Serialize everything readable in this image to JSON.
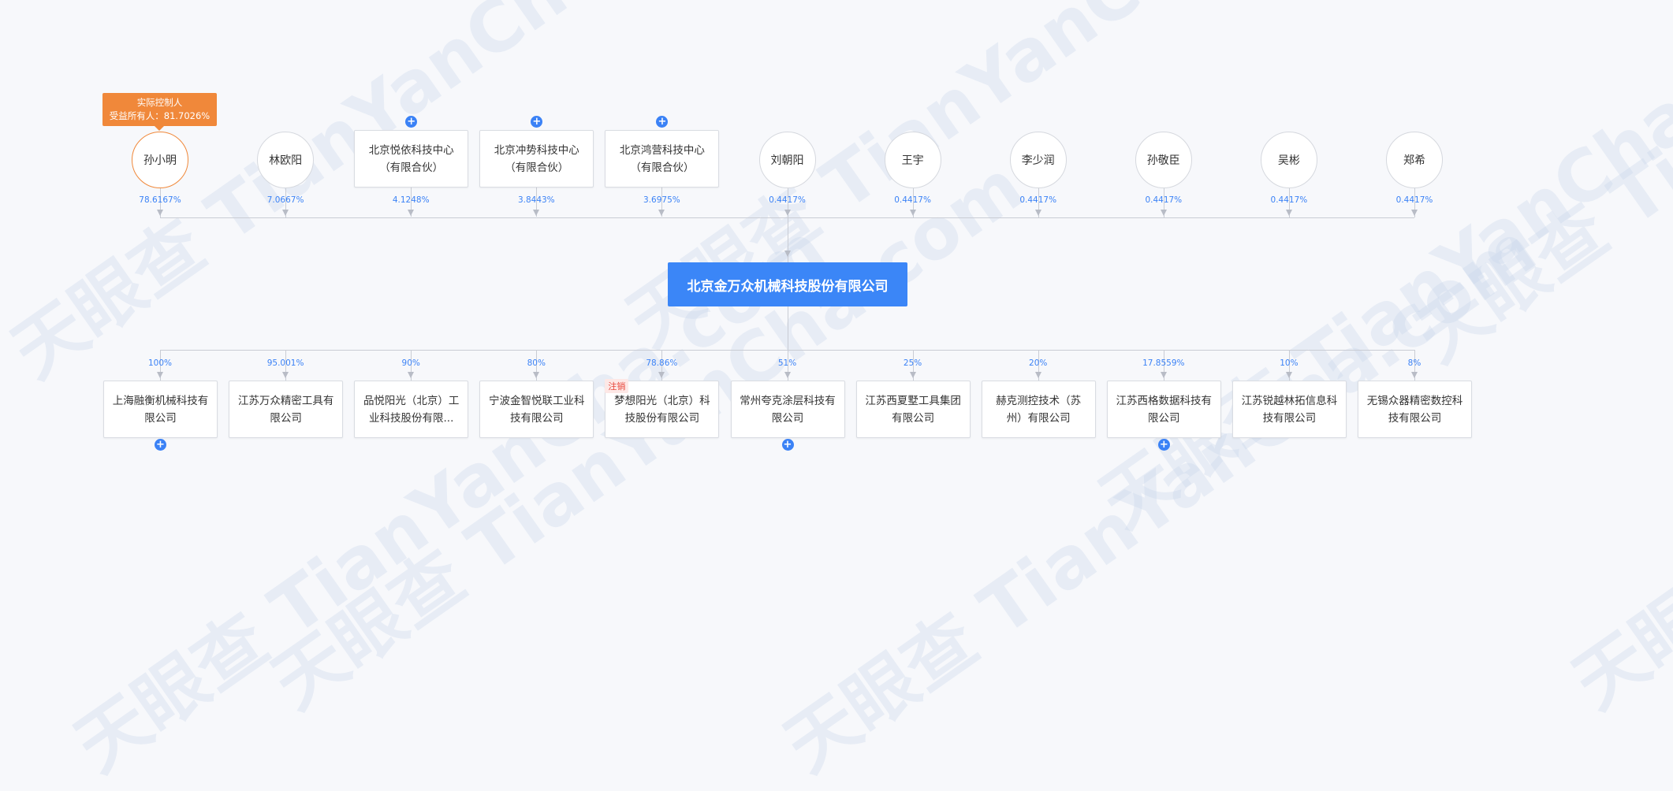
{
  "colors": {
    "accent": "#3b86f7",
    "controller": "#f0883a",
    "percent": "#3b82f6",
    "cancel": "#e8483b"
  },
  "watermark": "天眼查 TianYanCha.com",
  "controller_tip": {
    "title": "实际控制人",
    "beneficiary": "受益所有人：81.7026%"
  },
  "company": "北京金万众机械科技股份有限公司",
  "shareholders": [
    {
      "name": "孙小明",
      "type": "person",
      "pct": "78.6167%",
      "controller": true
    },
    {
      "name": "林欧阳",
      "type": "person",
      "pct": "7.0667%"
    },
    {
      "name": "北京悦依科技中心（有限合伙）",
      "type": "org",
      "pct": "4.1248%",
      "expand": true
    },
    {
      "name": "北京冲势科技中心（有限合伙）",
      "type": "org",
      "pct": "3.8443%",
      "expand": true
    },
    {
      "name": "北京鸿营科技中心（有限合伙）",
      "type": "org",
      "pct": "3.6975%",
      "expand": true
    },
    {
      "name": "刘朝阳",
      "type": "person",
      "pct": "0.4417%"
    },
    {
      "name": "王宇",
      "type": "person",
      "pct": "0.4417%"
    },
    {
      "name": "李少润",
      "type": "person",
      "pct": "0.4417%"
    },
    {
      "name": "孙敬臣",
      "type": "person",
      "pct": "0.4417%"
    },
    {
      "name": "吴彬",
      "type": "person",
      "pct": "0.4417%"
    },
    {
      "name": "郑希",
      "type": "person",
      "pct": "0.4417%"
    }
  ],
  "investments": [
    {
      "name": "上海融衡机械科技有限公司",
      "pct": "100%",
      "expand": true
    },
    {
      "name": "江苏万众精密工具有限公司",
      "pct": "95.001%"
    },
    {
      "name": "品悦阳光（北京）工业科技股份有限...",
      "pct": "90%"
    },
    {
      "name": "宁波金智悦联工业科技有限公司",
      "pct": "80%"
    },
    {
      "name": "梦想阳光（北京）科技股份有限公司",
      "pct": "78.86%",
      "tag": "注销"
    },
    {
      "name": "常州夸克涂层科技有限公司",
      "pct": "51%",
      "expand": true
    },
    {
      "name": "江苏西夏墅工具集团有限公司",
      "pct": "25%"
    },
    {
      "name": "赫克测控技术（苏州）有限公司",
      "pct": "20%"
    },
    {
      "name": "江苏西格数据科技有限公司",
      "pct": "17.8559%",
      "expand": true
    },
    {
      "name": "江苏锐越林拓信息科技有限公司",
      "pct": "10%"
    },
    {
      "name": "无锡众器精密数控科技有限公司",
      "pct": "8%"
    }
  ]
}
